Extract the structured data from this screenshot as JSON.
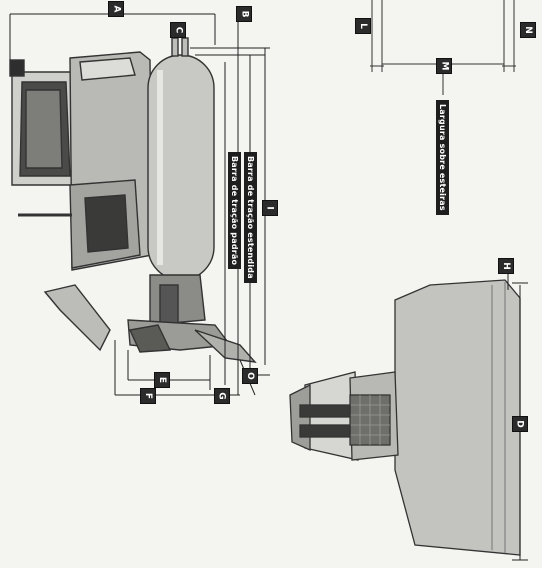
{
  "labels": {
    "A": "A",
    "B": "B",
    "C": "C",
    "D": "D",
    "E": "E",
    "F": "F",
    "G": "G",
    "H": "H",
    "I": "I",
    "L": "L",
    "M": "M",
    "N": "N",
    "O": "O"
  },
  "captions": {
    "standard_drawbar": "Barra de tração padrão",
    "extended_drawbar": "Barra de tração estendida",
    "track_width": "Largura sobre esteiras"
  }
}
